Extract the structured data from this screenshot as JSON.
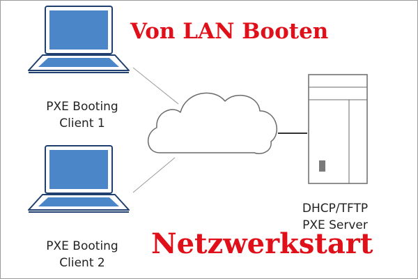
{
  "diagram": {
    "title_top": "Von LAN Booten",
    "title_bottom": "Netzwerkstart",
    "nodes": [
      {
        "id": "client1",
        "kind": "laptop",
        "line1": "PXE Booting",
        "line2": "Client 1"
      },
      {
        "id": "client2",
        "kind": "laptop",
        "line1": "PXE Booting",
        "line2": "Client 2"
      },
      {
        "id": "network",
        "kind": "cloud"
      },
      {
        "id": "server",
        "kind": "server-tower",
        "line1": "DHCP/TFTP",
        "line2": "PXE Server"
      }
    ],
    "edges": [
      {
        "from": "client1",
        "to": "network"
      },
      {
        "from": "client2",
        "to": "network"
      },
      {
        "from": "network",
        "to": "server"
      }
    ],
    "colors": {
      "title": "#e0101a",
      "laptop_screen": "#4a86c8",
      "laptop_outline": "#1f3f6e",
      "outline": "#7a7a7a",
      "server_led": "#7a7a7a"
    }
  }
}
